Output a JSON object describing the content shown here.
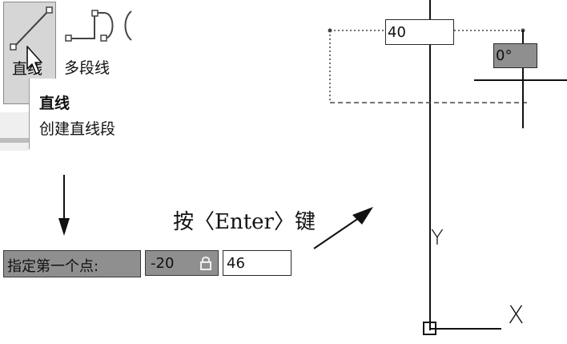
{
  "ribbon": {
    "line_label": "直线",
    "polyline_label": "多段线"
  },
  "tooltip": {
    "title": "直线",
    "description": "创建直线段"
  },
  "dynamic_input": {
    "prompt": "指定第一个点:",
    "x_value": "-20",
    "y_value": "46"
  },
  "hint": {
    "text": "按〈Enter〉键"
  },
  "canvas": {
    "distance_value": "40",
    "angle_value": "0°",
    "y_axis_label": "Y",
    "x_axis_label": "X"
  }
}
